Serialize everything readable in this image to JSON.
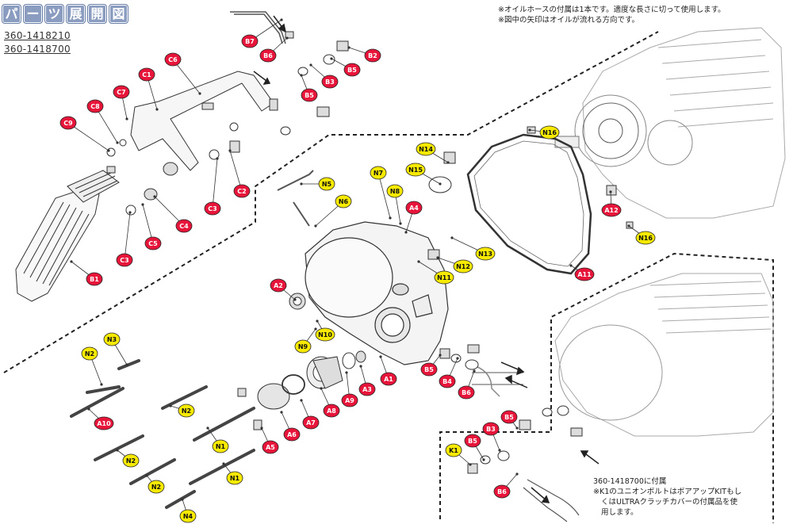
{
  "title_chars": [
    "パ",
    "ー",
    "ツ",
    "展",
    "開",
    "図"
  ],
  "part_numbers": [
    "360-1418210",
    "360-1418700"
  ],
  "notes_top": [
    "※オイルホースの付属は1本です。適度な長さに切って使用します。",
    "※図中の矢印はオイルが流れる方向です。"
  ],
  "notes_bottom": [
    "360-1418700に付属",
    "※K1のユニオンボルトはボアアップKITもし",
    "くはULTRAクラッチカバーの付属品を使",
    "用します。"
  ],
  "colors": {
    "red": "#e8153a",
    "yellow": "#f7ea00",
    "line": "#333333",
    "dash": "#222222"
  },
  "callouts": [
    {
      "id": "B7",
      "label": "B7",
      "color": "red"
    },
    {
      "id": "B6a",
      "label": "B6",
      "color": "red"
    },
    {
      "id": "B2",
      "label": "B2",
      "color": "red"
    },
    {
      "id": "B5a",
      "label": "B5",
      "color": "red"
    },
    {
      "id": "B3a",
      "label": "B3",
      "color": "red"
    },
    {
      "id": "B5b",
      "label": "B5",
      "color": "red"
    },
    {
      "id": "C6",
      "label": "C6",
      "color": "red"
    },
    {
      "id": "C1",
      "label": "C1",
      "color": "red"
    },
    {
      "id": "C7",
      "label": "C7",
      "color": "red"
    },
    {
      "id": "C8",
      "label": "C8",
      "color": "red"
    },
    {
      "id": "C9",
      "label": "C9",
      "color": "red"
    },
    {
      "id": "C2",
      "label": "C2",
      "color": "red"
    },
    {
      "id": "C3a",
      "label": "C3",
      "color": "red"
    },
    {
      "id": "C4",
      "label": "C4",
      "color": "red"
    },
    {
      "id": "C5",
      "label": "C5",
      "color": "red"
    },
    {
      "id": "C3b",
      "label": "C3",
      "color": "red"
    },
    {
      "id": "B1",
      "label": "B1",
      "color": "red"
    },
    {
      "id": "N5",
      "label": "N5",
      "color": "yellow"
    },
    {
      "id": "N6",
      "label": "N6",
      "color": "yellow"
    },
    {
      "id": "N7",
      "label": "N7",
      "color": "yellow"
    },
    {
      "id": "N8",
      "label": "N8",
      "color": "yellow"
    },
    {
      "id": "N14",
      "label": "N14",
      "color": "yellow"
    },
    {
      "id": "N15",
      "label": "N15",
      "color": "yellow"
    },
    {
      "id": "A4",
      "label": "A4",
      "color": "red"
    },
    {
      "id": "N16a",
      "label": "N16",
      "color": "yellow"
    },
    {
      "id": "A12",
      "label": "A12",
      "color": "red"
    },
    {
      "id": "N16b",
      "label": "N16",
      "color": "yellow"
    },
    {
      "id": "N13",
      "label": "N13",
      "color": "yellow"
    },
    {
      "id": "N12",
      "label": "N12",
      "color": "yellow"
    },
    {
      "id": "N11",
      "label": "N11",
      "color": "yellow"
    },
    {
      "id": "A11",
      "label": "A11",
      "color": "red"
    },
    {
      "id": "A2",
      "label": "A2",
      "color": "red"
    },
    {
      "id": "N9",
      "label": "N9",
      "color": "yellow"
    },
    {
      "id": "N10",
      "label": "N10",
      "color": "yellow"
    },
    {
      "id": "N3",
      "label": "N3",
      "color": "yellow"
    },
    {
      "id": "N2a",
      "label": "N2",
      "color": "yellow"
    },
    {
      "id": "N2b",
      "label": "N2",
      "color": "yellow"
    },
    {
      "id": "A10",
      "label": "A10",
      "color": "red"
    },
    {
      "id": "N2c",
      "label": "N2",
      "color": "yellow"
    },
    {
      "id": "N2d",
      "label": "N2",
      "color": "yellow"
    },
    {
      "id": "N1a",
      "label": "N1",
      "color": "yellow"
    },
    {
      "id": "N1b",
      "label": "N1",
      "color": "yellow"
    },
    {
      "id": "N4",
      "label": "N4",
      "color": "yellow"
    },
    {
      "id": "A5",
      "label": "A5",
      "color": "red"
    },
    {
      "id": "A6",
      "label": "A6",
      "color": "red"
    },
    {
      "id": "A7",
      "label": "A7",
      "color": "red"
    },
    {
      "id": "A8",
      "label": "A8",
      "color": "red"
    },
    {
      "id": "A9",
      "label": "A9",
      "color": "red"
    },
    {
      "id": "A3",
      "label": "A3",
      "color": "red"
    },
    {
      "id": "A1",
      "label": "A1",
      "color": "red"
    },
    {
      "id": "B5c",
      "label": "B5",
      "color": "red"
    },
    {
      "id": "B4",
      "label": "B4",
      "color": "red"
    },
    {
      "id": "B6b",
      "label": "B6",
      "color": "red"
    },
    {
      "id": "B5d",
      "label": "B5",
      "color": "red"
    },
    {
      "id": "B3b",
      "label": "B3",
      "color": "red"
    },
    {
      "id": "B5e",
      "label": "B5",
      "color": "red"
    },
    {
      "id": "K1",
      "label": "K1",
      "color": "yellow"
    },
    {
      "id": "B6c",
      "label": "B6",
      "color": "red"
    }
  ]
}
